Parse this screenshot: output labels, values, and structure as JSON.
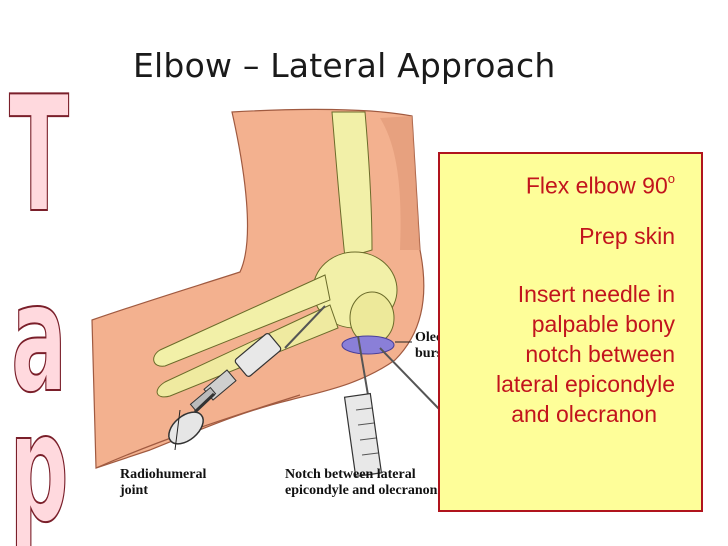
{
  "slide": {
    "title": "Elbow – Lateral Approach",
    "side_word": "Tap"
  },
  "info_box": {
    "line1_text": "Flex elbow 90",
    "line1_superscript": "o",
    "line2": "Prep skin",
    "line3": "Insert needle in",
    "line4": "palpable bony",
    "line5": "notch between",
    "line6": "lateral epicondyle",
    "line7": "and olecranon"
  },
  "labels": {
    "olecranon_line1": "Olecranon",
    "olecranon_line2": "bursa",
    "radiohumeral_line1": "Radiohumeral",
    "radiohumeral_line2": "joint",
    "notch_line1": "Notch between lateral",
    "notch_line2": "epicondyle and olecranon"
  },
  "colors": {
    "skin": "#f3b18f",
    "skin_shadow": "#e19a78",
    "bone": "#f2f0a8",
    "bursa": "#8a7fd8",
    "box_fill": "#fefe99",
    "box_border": "#b0141d",
    "box_text": "#c2141d",
    "wordart_fill": "#ffd9de",
    "wordart_stroke": "#7a1f2a"
  }
}
